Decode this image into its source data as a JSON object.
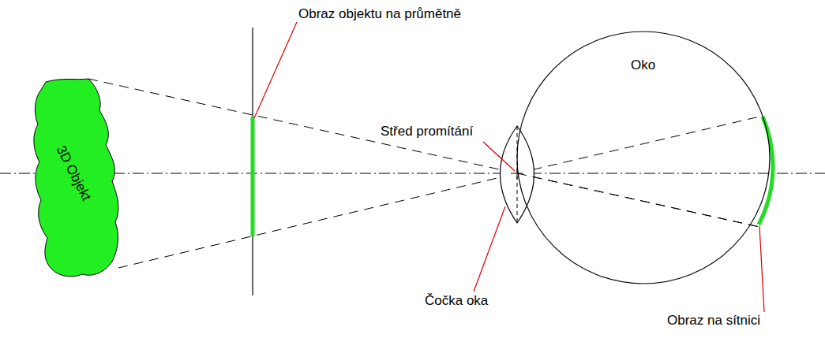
{
  "diagram": {
    "nodes": [
      {
        "text": [
          "3D Objekt"
        ]
      },
      {
        "text": [
          "Oko"
        ]
      }
    ],
    "labels": [
      "Obraz objektu na průmětně",
      "Střed promítání",
      "Čočka oka",
      "Obraz na sítnici"
    ]
  }
}
